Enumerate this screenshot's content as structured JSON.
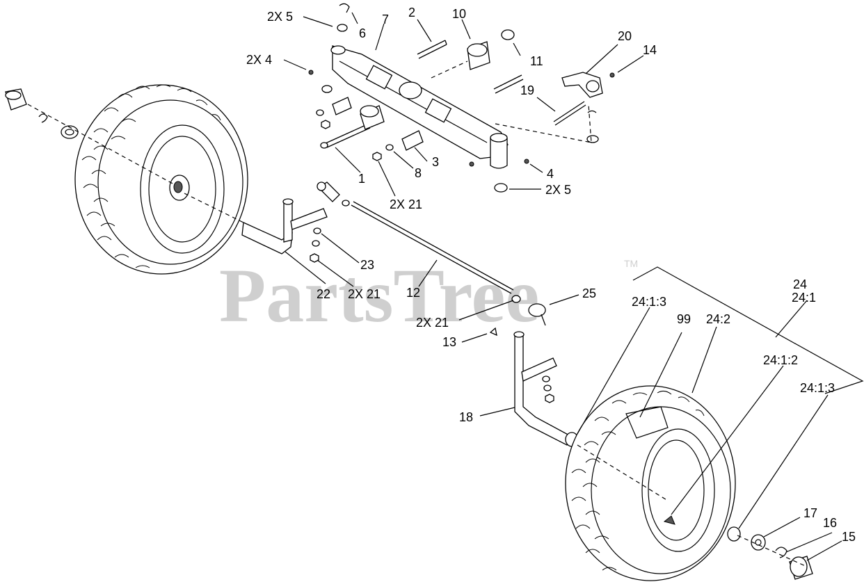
{
  "watermark": {
    "text": "PartsTree",
    "tm": "TM"
  },
  "callouts": [
    {
      "id": "c-2x5-top",
      "text": "2X 5"
    },
    {
      "id": "c-6",
      "text": "6"
    },
    {
      "id": "c-7",
      "text": "7"
    },
    {
      "id": "c-2",
      "text": "2"
    },
    {
      "id": "c-10",
      "text": "10"
    },
    {
      "id": "c-11",
      "text": "11"
    },
    {
      "id": "c-20",
      "text": "20"
    },
    {
      "id": "c-14",
      "text": "14"
    },
    {
      "id": "c-2x4",
      "text": "2X 4"
    },
    {
      "id": "c-19",
      "text": "19"
    },
    {
      "id": "c-1",
      "text": "1"
    },
    {
      "id": "c-8",
      "text": "8"
    },
    {
      "id": "c-3",
      "text": "3"
    },
    {
      "id": "c-4",
      "text": "4"
    },
    {
      "id": "c-2x5-bottom",
      "text": "2X 5"
    },
    {
      "id": "c-2x21-top",
      "text": "2X 21"
    },
    {
      "id": "c-23",
      "text": "23"
    },
    {
      "id": "c-22",
      "text": "22"
    },
    {
      "id": "c-2x21-mid",
      "text": "2X 21"
    },
    {
      "id": "c-12",
      "text": "12"
    },
    {
      "id": "c-25",
      "text": "25"
    },
    {
      "id": "c-2x21-low",
      "text": "2X 21"
    },
    {
      "id": "c-13",
      "text": "13"
    },
    {
      "id": "c-18",
      "text": "18"
    },
    {
      "id": "c-24",
      "text": "24"
    },
    {
      "id": "c-24-1",
      "text": "24:1"
    },
    {
      "id": "c-24-1-3a",
      "text": "24:1:3"
    },
    {
      "id": "c-99",
      "text": "99"
    },
    {
      "id": "c-24-2",
      "text": "24:2"
    },
    {
      "id": "c-24-1-2",
      "text": "24:1:2"
    },
    {
      "id": "c-24-1-3b",
      "text": "24:1:3"
    },
    {
      "id": "c-17",
      "text": "17"
    },
    {
      "id": "c-16",
      "text": "16"
    },
    {
      "id": "c-15",
      "text": "15"
    }
  ]
}
